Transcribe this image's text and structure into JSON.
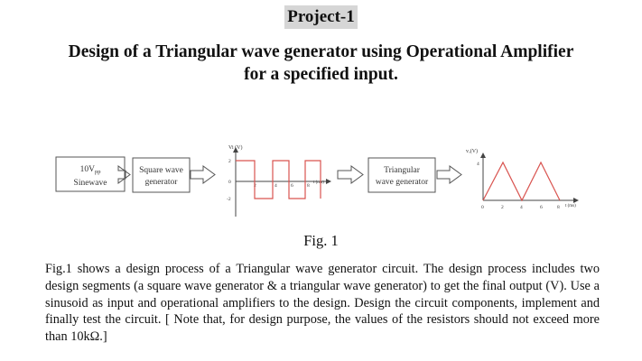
{
  "header": {
    "project_label": "Project-1",
    "title_line1": "Design of a Triangular wave generator using Operational Amplifier",
    "title_line2": "for a specified input."
  },
  "figure": {
    "input_block": {
      "line1": "10V",
      "line1_sub": "pp",
      "line2": "Sinewave"
    },
    "square_block": {
      "line1": "Square wave",
      "line2": "generator"
    },
    "triangular_block": {
      "line1": "Triangular",
      "line2": "wave generator"
    },
    "square_plot": {
      "ylabel": "Vi (V)",
      "xlabel": "t (ms)",
      "y_ticks": [
        "2",
        "0",
        "-2"
      ],
      "x_ticks": [
        "2",
        "4",
        "6",
        "8"
      ]
    },
    "triangle_plot": {
      "ylabel": "vₒ(V)",
      "xlabel": "t (ms)",
      "y_ticks": [
        "4"
      ],
      "x_ticks": [
        "0",
        "2",
        "4",
        "6",
        "8"
      ]
    },
    "caption": "Fig. 1"
  },
  "description": "Fig.1 shows a design process of a Triangular wave generator circuit. The design process includes two design segments (a square wave generator & a triangular wave generator) to get the final output (V). Use a sinusoid as input and operational amplifiers to the design. Design the circuit components, implement and finally test the circuit. [ Note that, for design purpose, the values of the resistors should not exceed more than 10kΩ.]"
}
